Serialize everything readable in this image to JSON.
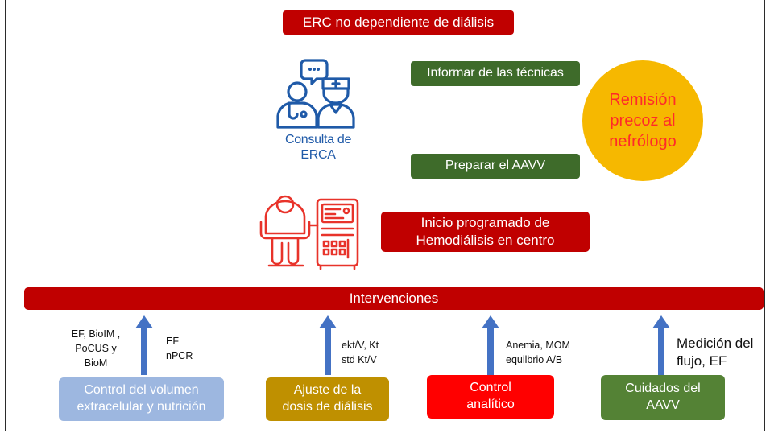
{
  "top_banner": "ERC no dependiente de diálisis",
  "consulta": {
    "line1": "Consulta de",
    "line2": "ERCA"
  },
  "informar": "Informar de las técnicas",
  "preparar": "Preparar el AAVV",
  "remision": {
    "line1": "Remisión",
    "line2": "precoz al",
    "line3": "nefrólogo"
  },
  "inicio": {
    "line1": "Inicio programado de",
    "line2": "Hemodiálisis en centro"
  },
  "intervenciones": "Intervenciones",
  "col1": {
    "left_label": "EF, BioIM ,\nPoCUS y\nBioM",
    "right_label": "EF\nnPCR",
    "box": {
      "line1": "Control del volumen",
      "line2": "extracelular y nutrición"
    }
  },
  "col2": {
    "right_label": "ekt/V, Kt\nstd Kt/V",
    "box": {
      "line1": "Ajuste de la",
      "line2": "dosis de diálisis"
    }
  },
  "col3": {
    "right_label": "Anemia, MOM\nequilbrio A/B",
    "box": {
      "line1": "Control",
      "line2": "analítico"
    }
  },
  "col4": {
    "right_label": "Medición del\nflujo, EF",
    "box": {
      "line1": "Cuidados del",
      "line2": "AAVV"
    }
  },
  "colors": {
    "red": "#c00000",
    "green": "#3e6b2a",
    "blue_icon": "#1f5aa8",
    "red_icon": "#e8332a",
    "circle": "#f6b800",
    "circle_text": "#ff2a2a",
    "arrow": "#4472c4",
    "box1": "#9db7e0",
    "box2": "#bf9000",
    "box3": "#ff0000",
    "box4": "#548235"
  }
}
